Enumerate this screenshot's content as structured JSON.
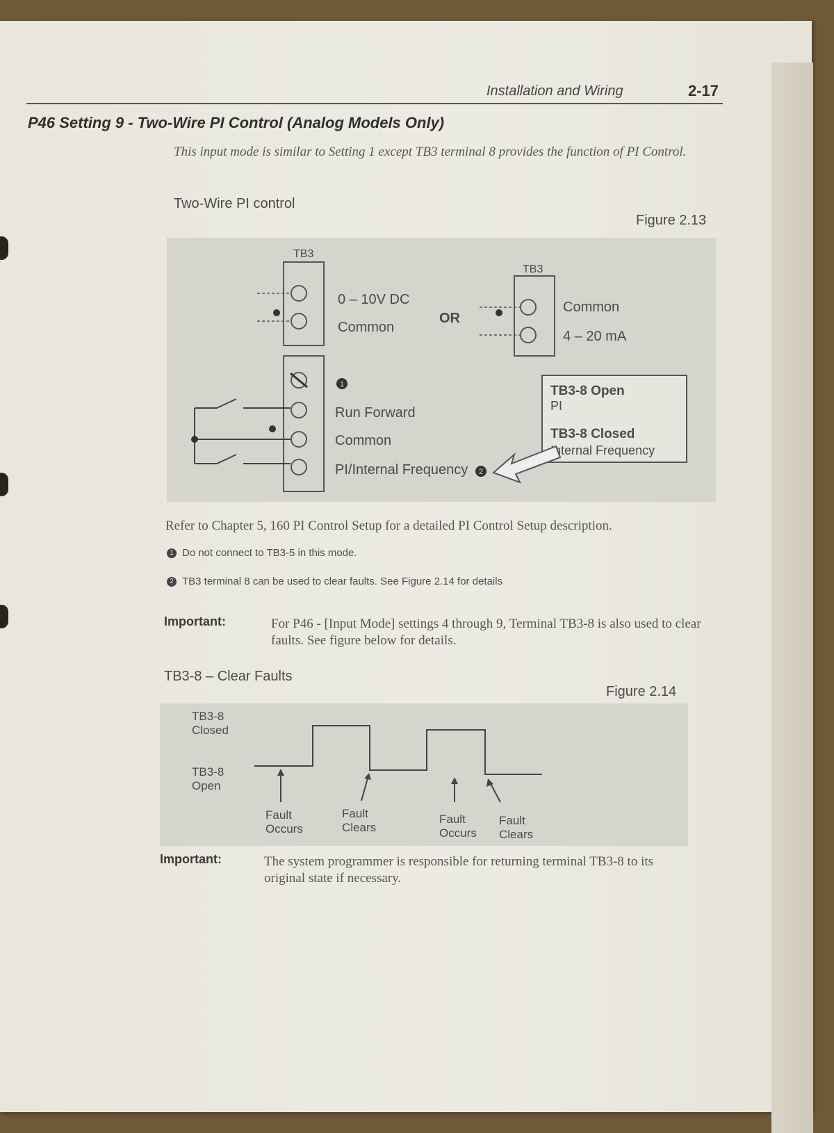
{
  "header": {
    "section": "Installation and Wiring",
    "page_number": "2-17"
  },
  "section_title": "P46 Setting 9 - Two-Wire PI Control (Analog Models Only)",
  "intro_text": "This input mode is similar to Setting 1 except TB3 terminal 8 provides the function of PI Control.",
  "figure1": {
    "caption": "Two-Wire PI control",
    "number": "Figure 2.13",
    "left_block": {
      "label": "TB3",
      "term1": "0 – 10V DC",
      "term2": "Common"
    },
    "or": "OR",
    "right_block": {
      "label": "TB3",
      "term1": "Common",
      "term2": "4 – 20 mA"
    },
    "note_marker": "1",
    "terminals": {
      "run_forward": "Run Forward",
      "common": "Common",
      "pi_internal": "PI/Internal Frequency"
    },
    "pi_marker": "2",
    "callout": {
      "open_title": "TB3-8 Open",
      "open_desc": "PI",
      "closed_title": "TB3-8 Closed",
      "closed_desc": "Internal Frequency"
    }
  },
  "refer_text": "Refer to Chapter 5, 160 PI Control Setup for a detailed PI Control Setup description.",
  "notes": [
    {
      "marker": "1",
      "text": "Do not connect to TB3-5 in this mode."
    },
    {
      "marker": "2",
      "text": "TB3 terminal 8 can be used to clear faults. See Figure 2.14 for details"
    }
  ],
  "important1": {
    "label": "Important:",
    "text": "For P46 - [Input Mode] settings 4 through 9, Terminal TB3-8 is also used to clear faults. See figure below for details."
  },
  "figure2": {
    "caption": "TB3-8 – Clear Faults",
    "number": "Figure 2.14",
    "closed_label_1": "TB3-8",
    "closed_label_2": "Closed",
    "open_label_1": "TB3-8",
    "open_label_2": "Open",
    "events": [
      {
        "l1": "Fault",
        "l2": "Occurs"
      },
      {
        "l1": "Fault",
        "l2": "Clears"
      },
      {
        "l1": "Fault",
        "l2": "Occurs"
      },
      {
        "l1": "Fault",
        "l2": "Clears"
      }
    ]
  },
  "important2": {
    "label": "Important:",
    "text": "The system programmer is responsible for returning terminal TB3-8 to its original state if necessary."
  }
}
